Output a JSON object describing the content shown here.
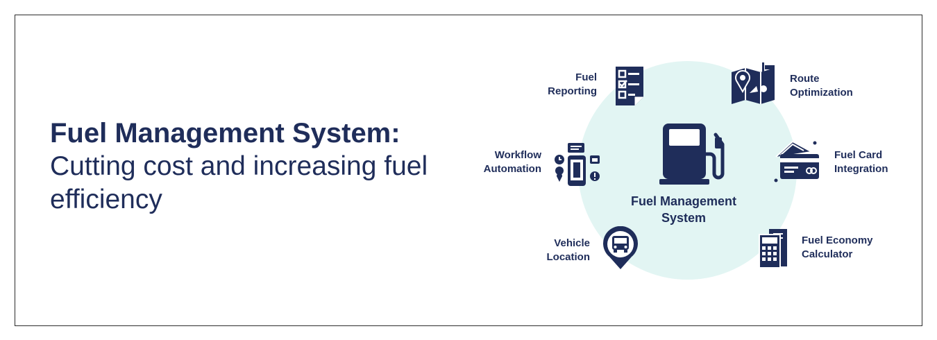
{
  "headline": {
    "line1": "Fuel Management System:",
    "line2": "Cutting cost and increasing fuel efficiency"
  },
  "center": {
    "label": "Fuel Management\nSystem",
    "icon": "fuel-pump-icon"
  },
  "nodes": [
    {
      "id": "fuel-reporting",
      "label": "Fuel\nReporting",
      "icon": "checklist-document-icon"
    },
    {
      "id": "route-optimization",
      "label": "Route\nOptimization",
      "icon": "map-route-icon"
    },
    {
      "id": "workflow-automation",
      "label": "Workflow\nAutomation",
      "icon": "workflow-phone-icon"
    },
    {
      "id": "fuel-card-integration",
      "label": "Fuel Card\nIntegration",
      "icon": "credit-card-icon"
    },
    {
      "id": "vehicle-location",
      "label": "Vehicle\nLocation",
      "icon": "vehicle-location-pin-icon"
    },
    {
      "id": "fuel-economy-calculator",
      "label": "Fuel Economy\nCalculator",
      "icon": "calculator-icon"
    }
  ],
  "colors": {
    "navy": "#1f2d5a",
    "circle": "#e2f5f3",
    "border": "#2b2b2b"
  }
}
